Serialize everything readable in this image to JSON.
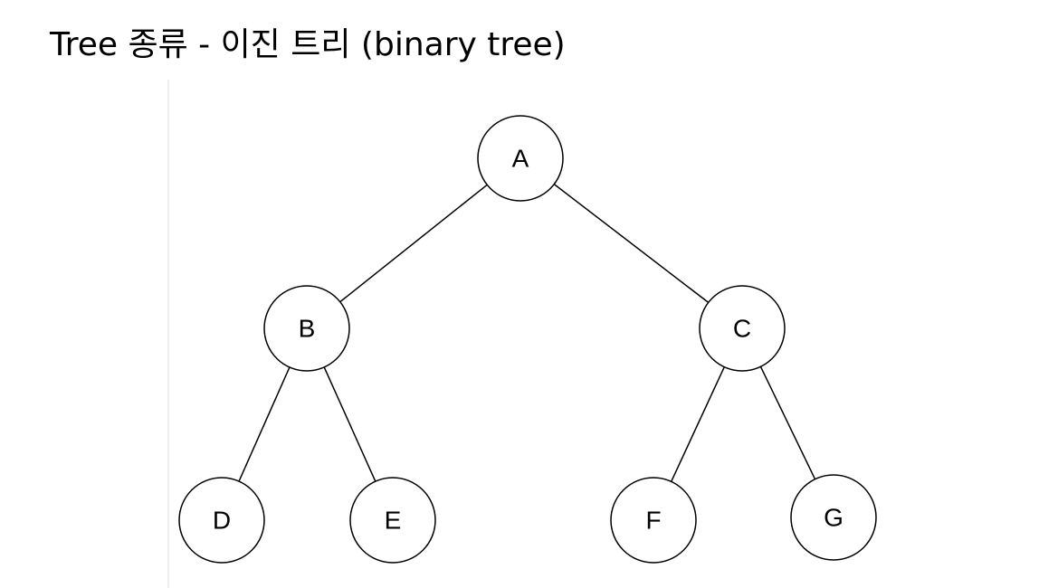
{
  "title": "Tree 종류 - 이진 트리 (binary tree)",
  "tree": {
    "nodes": [
      {
        "id": "A",
        "label": "A"
      },
      {
        "id": "B",
        "label": "B"
      },
      {
        "id": "C",
        "label": "C"
      },
      {
        "id": "D",
        "label": "D"
      },
      {
        "id": "E",
        "label": "E"
      },
      {
        "id": "F",
        "label": "F"
      },
      {
        "id": "G",
        "label": "G"
      }
    ],
    "edges": [
      [
        "A",
        "B"
      ],
      [
        "A",
        "C"
      ],
      [
        "B",
        "D"
      ],
      [
        "B",
        "E"
      ],
      [
        "C",
        "F"
      ],
      [
        "C",
        "G"
      ]
    ]
  }
}
